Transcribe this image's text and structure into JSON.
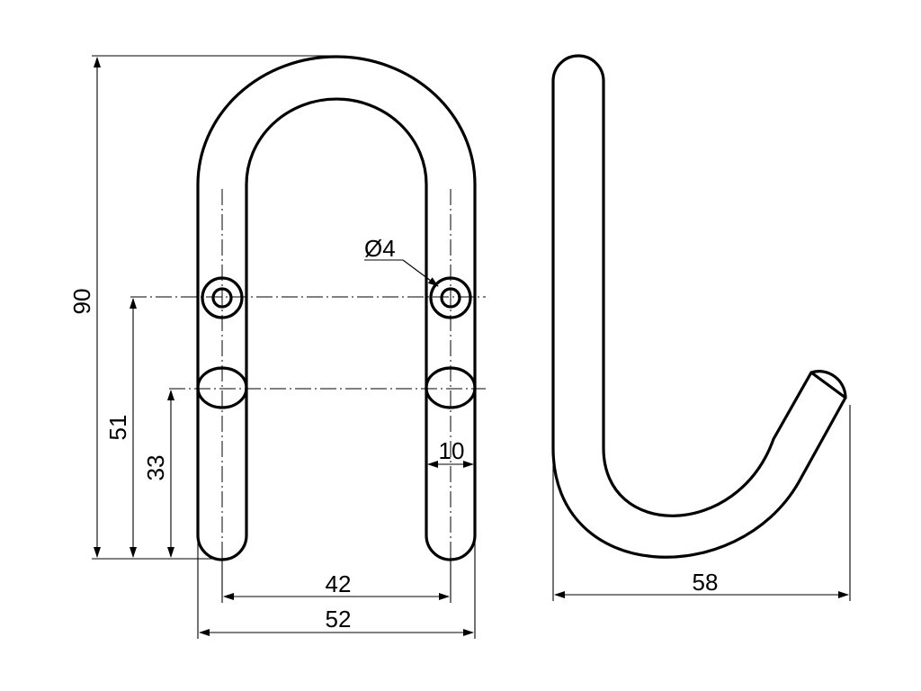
{
  "dimensions": {
    "overall_height": "90",
    "hole_height": "51",
    "slot_height": "33",
    "slot_width": "10",
    "hole_spacing": "42",
    "overall_width": "52",
    "side_width": "58",
    "hole_diameter": "Ø4"
  }
}
